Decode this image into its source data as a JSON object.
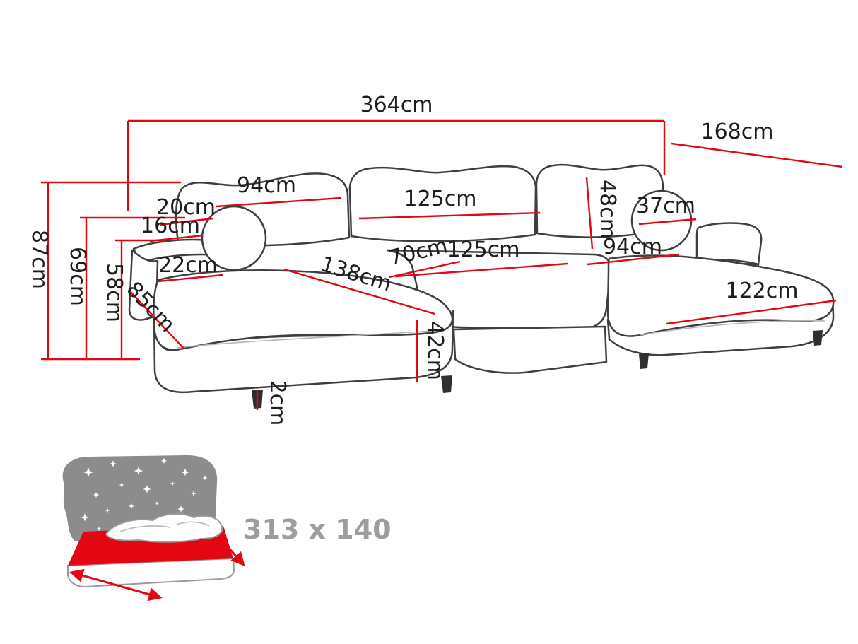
{
  "colors": {
    "dimension_red": "#e30613",
    "outline_gray": "#3f3f3f",
    "seam_gray": "#b5b5b5",
    "icon_gray": "#8c8c8c",
    "label_black": "#1d1d1b",
    "sleeping_label_gray": "#9d9d9c"
  },
  "labels": {
    "total_width": "364cm",
    "total_depth": "168cm",
    "back_left_width": "94cm",
    "back_middle_width": "125cm",
    "back_cushion_height": "48cm",
    "round_pillow_diameter": "37cm",
    "back_top_depth": "20cm",
    "back_lower_depth": "16cm",
    "total_height": "87cm",
    "backrest_height": "69cm",
    "armrest_height": "58cm",
    "armrest_width": "22cm",
    "chaise_width": "85cm",
    "chaise_length": "138cm",
    "seat_depth": "70cm",
    "seat_middle_width": "125cm",
    "seat_right_width": "94cm",
    "right_chaise_length": "122cm",
    "seat_height": "42cm",
    "leg_height": "2cm"
  },
  "sleeping_area": {
    "label": "313 x 140"
  }
}
